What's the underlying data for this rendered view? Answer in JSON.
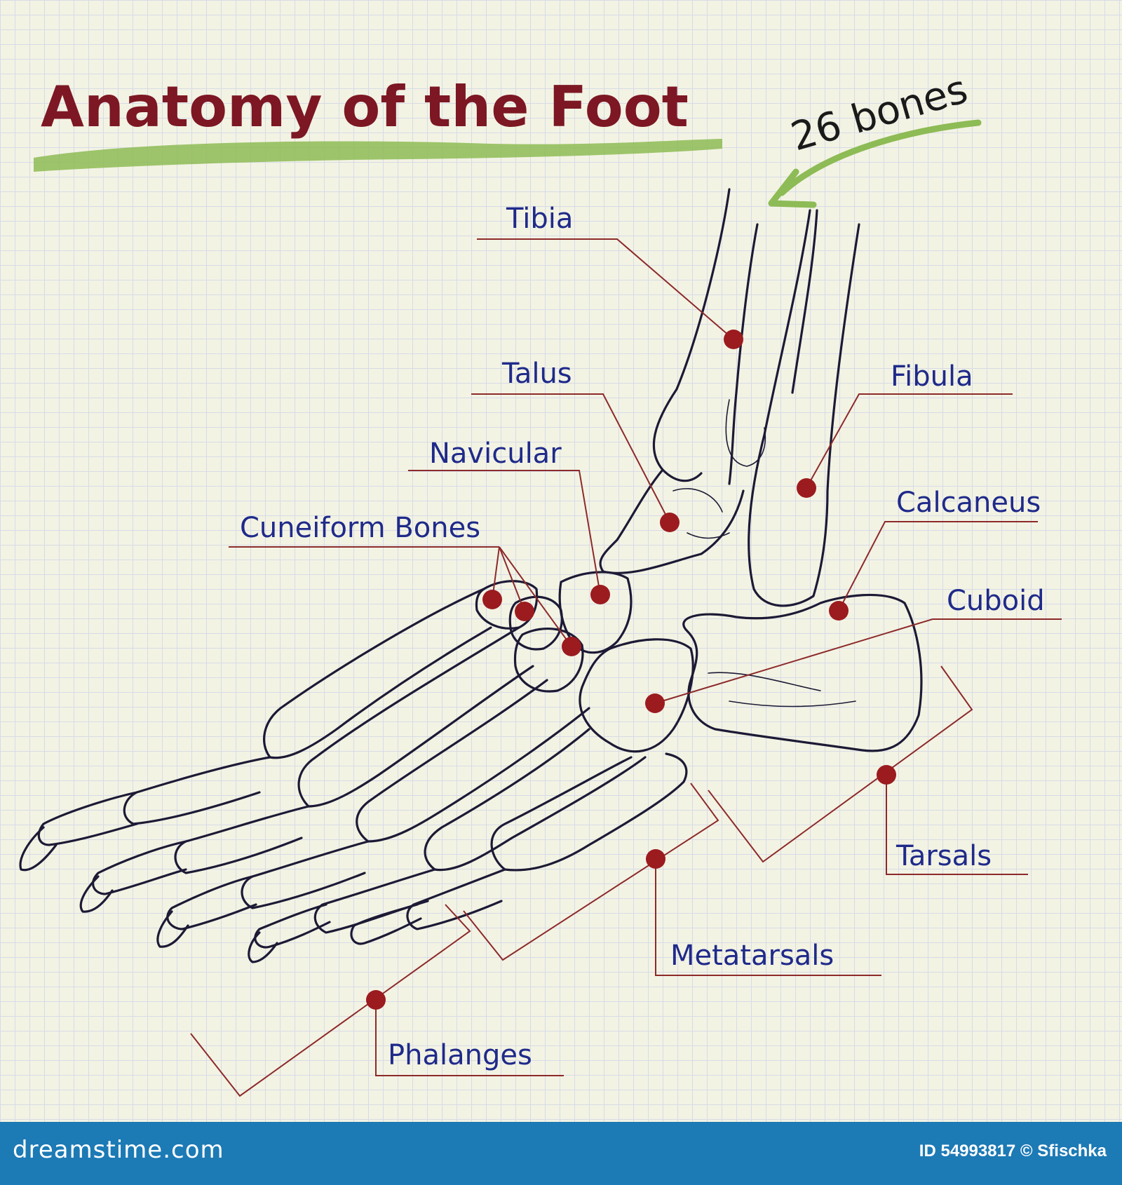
{
  "title": "Anatomy of the Foot",
  "bone_count_note": "26 bones",
  "labels": {
    "tibia": "Tibia",
    "talus": "Talus",
    "fibula": "Fibula",
    "navicular": "Navicular",
    "calcaneus": "Calcaneus",
    "cuneiform": "Cuneiform Bones",
    "cuboid": "Cuboid",
    "tarsals": "Tarsals",
    "metatarsals": "Metatarsals",
    "phalanges": "Phalanges"
  },
  "footer": {
    "site": "dreamstime.com",
    "id_text": "ID 54993817",
    "author": "© Sfischka"
  },
  "colors": {
    "title": "#7c1723",
    "highlight": "#8dbb55",
    "label": "#1f2a8a",
    "leader": "#8c2a2a",
    "marker": "#9b1b1f",
    "footer_bg": "#1c7ab5",
    "paper": "#f3f3e4"
  }
}
